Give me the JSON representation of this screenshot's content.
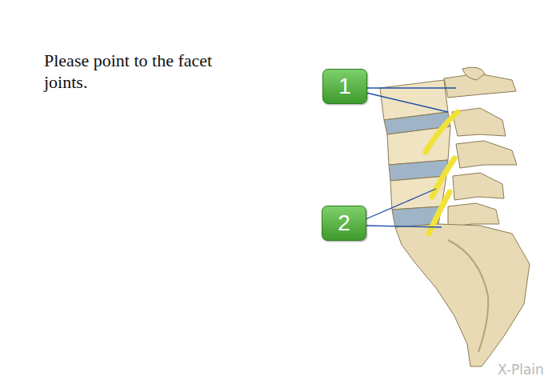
{
  "diagram": {
    "title": "Please point to the facet joints.",
    "labels": [
      "1",
      "2",
      "X-Plain"
    ]
  }
}
